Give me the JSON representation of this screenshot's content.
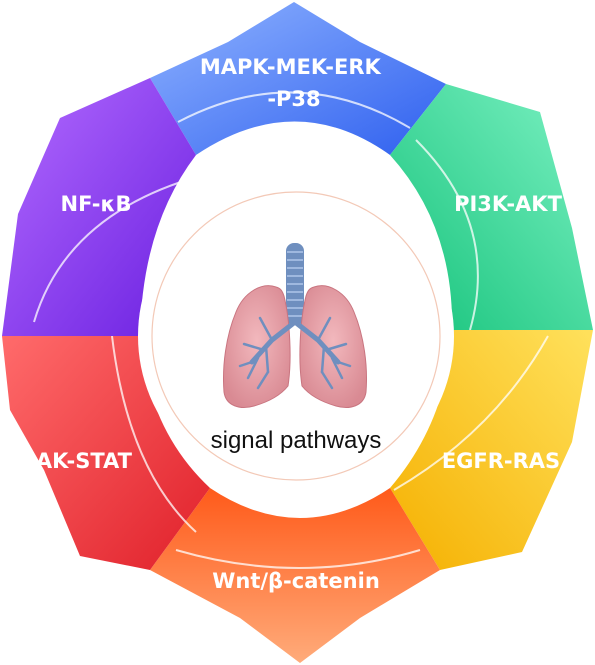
{
  "diagram": {
    "center_label": "signal pathways",
    "center_icon": "lungs-icon",
    "segments": [
      {
        "id": "mapk",
        "label_lines": [
          "MAPK-MEK-ERK",
          "-P38"
        ],
        "color_a": "#8fb3ff",
        "color_b": "#2f60ef"
      },
      {
        "id": "pi3k",
        "label_lines": [
          "PI3K-AKT"
        ],
        "color_a": "#7ef2c4",
        "color_b": "#14c27a"
      },
      {
        "id": "egfr",
        "label_lines": [
          "EGFR-RAS"
        ],
        "color_a": "#ffe15c",
        "color_b": "#f5b000"
      },
      {
        "id": "wnt",
        "label_lines": [
          "Wnt/β-catenin"
        ],
        "color_a": "#ff5a1a",
        "color_b": "#ffab7a"
      },
      {
        "id": "jak",
        "label_lines": [
          "JAK-STAT"
        ],
        "color_a": "#ff6b6b",
        "color_b": "#e0202a"
      },
      {
        "id": "nfkb",
        "label_lines": [
          "NF-κB"
        ],
        "color_a": "#b36bff",
        "color_b": "#6a1fe0"
      }
    ]
  }
}
